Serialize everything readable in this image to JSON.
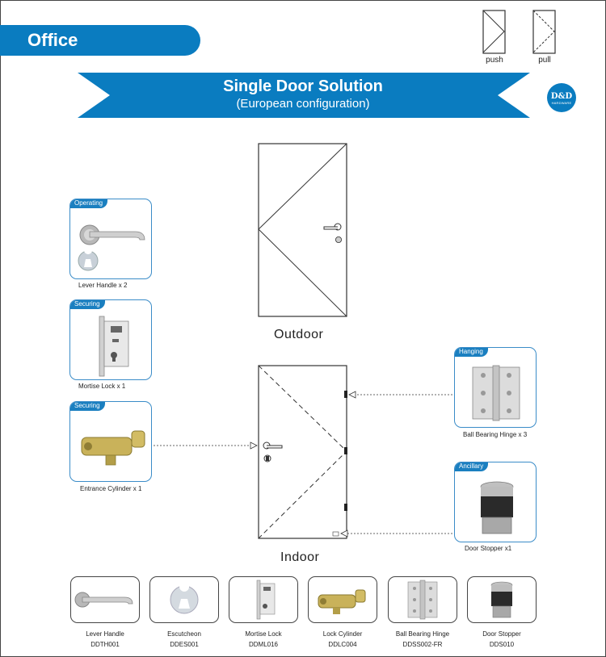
{
  "header": {
    "section_title": "Office"
  },
  "legend": {
    "push_label": "push",
    "pull_label": "pull"
  },
  "banner": {
    "title": "Single Door Solution",
    "subtitle": "(European configuration)"
  },
  "logo": {
    "main": "D&D",
    "sub": "HARDWARE"
  },
  "doors": {
    "outdoor_label": "Outdoor",
    "indoor_label": "Indoor"
  },
  "cards": {
    "lever": {
      "tag": "Operating",
      "caption": "Lever Handle x 2"
    },
    "mortise": {
      "tag": "Securing",
      "caption": "Mortise Lock x 1"
    },
    "cylinder": {
      "tag": "Securing",
      "caption": "Entrance Cylinder x 1"
    },
    "hinge": {
      "tag": "Hanging",
      "caption": "Ball Bearing Hinge x 3"
    },
    "stopper": {
      "tag": "Ancillary",
      "caption": "Door Stopper x1"
    }
  },
  "products": [
    {
      "name": "Lever Handle",
      "code": "DDTH001"
    },
    {
      "name": "Escutcheon",
      "code": "DDES001"
    },
    {
      "name": "Mortise Lock",
      "code": "DDML016"
    },
    {
      "name": "Lock Cylinder",
      "code": "DDLC004"
    },
    {
      "name": "Ball Bearing Hinge",
      "code": "DDSS002-FR"
    },
    {
      "name": "Door Stopper",
      "code": "DDS010"
    }
  ],
  "colors": {
    "brand_blue": "#0a7cc0",
    "card_border": "#3a8cc8"
  }
}
